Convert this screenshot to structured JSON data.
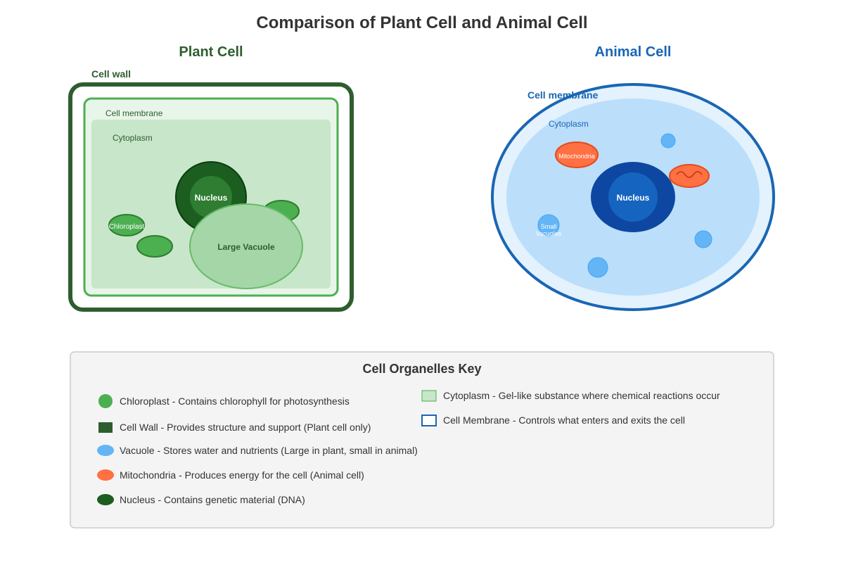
{
  "title": "Comparison of Plant Cell and Animal Cell",
  "plant": {
    "heading": "Plant Cell",
    "cell_wall_label": "Cell wall",
    "membrane_label": "Cell membrane",
    "cytoplasm_label": "Cytoplasm",
    "nucleus_label": "Nucleus",
    "chloroplast_label": "Chloroplast",
    "vacuole_label": "Large Vacuole"
  },
  "animal": {
    "heading": "Animal Cell",
    "membrane_label": "Cell membrane",
    "cytoplasm_label": "Cytoplasm",
    "nucleus_label": "Nucleus",
    "mitochondria_label": "Mitochondria",
    "small_vacuole_label_line1": "Small",
    "small_vacuole_label_line2": "Vacuoles"
  },
  "key": {
    "title": "Cell Organelles Key",
    "items": [
      {
        "label": "Chloroplast - Contains chlorophyll for photosynthesis",
        "icon": "green-circle-icon"
      },
      {
        "label": "Cell Wall - Provides structure and support (Plant cell only)",
        "icon": "dark-green-square-icon"
      },
      {
        "label": "Vacuole - Stores water and nutrients (Large in plant, small in animal)",
        "icon": "blue-ellipse-icon"
      },
      {
        "label": "Mitochondria - Produces energy for the cell (Animal cell)",
        "icon": "orange-ellipse-icon"
      },
      {
        "label": "Nucleus - Contains genetic material (DNA)",
        "icon": "dark-green-ellipse-icon"
      },
      {
        "label": "Cytoplasm - Gel-like substance where chemical reactions occur",
        "icon": "light-green-square-icon"
      },
      {
        "label": "Cell Membrane - Controls what enters and exits the cell",
        "icon": "blue-outline-square-icon"
      }
    ]
  },
  "colors": {
    "plant_dark": "#2e5e2e",
    "plant_green": "#4caf50",
    "animal_blue": "#1a66b3",
    "mito_orange": "#ff7043",
    "vacuole_blue": "#64b5f6"
  }
}
